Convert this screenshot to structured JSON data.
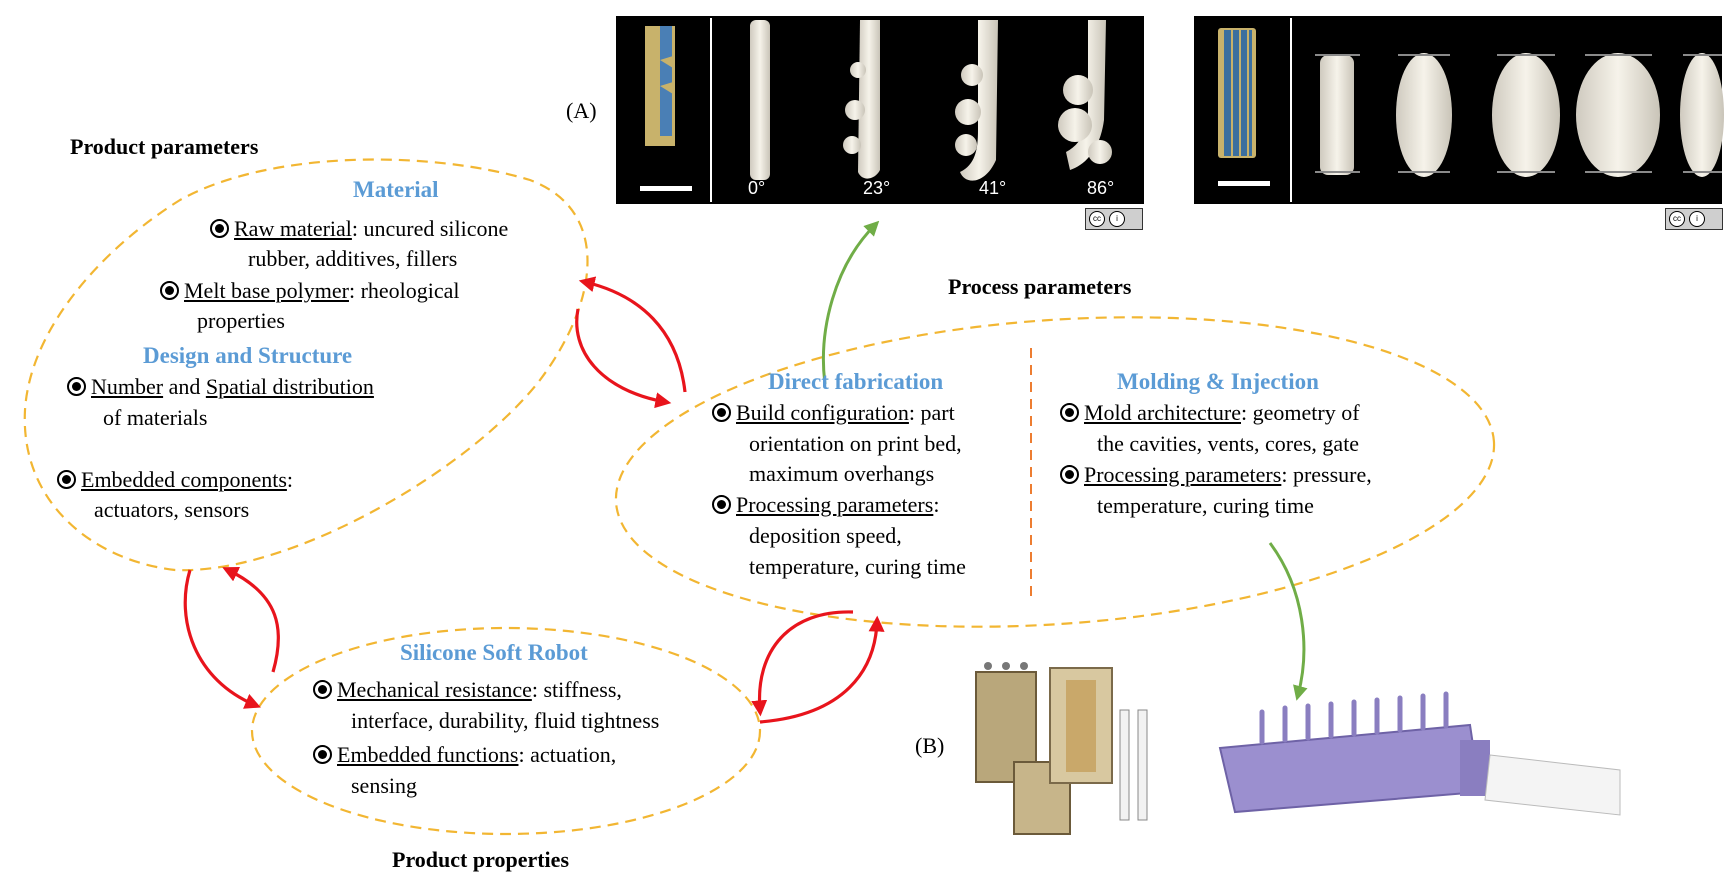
{
  "labels": {
    "product_parameters": "Product parameters",
    "process_parameters": "Process parameters",
    "product_properties": "Product properties",
    "panel_a": "(A)",
    "panel_b": "(B)"
  },
  "material": {
    "title": "Material",
    "raw_term": "Raw material",
    "raw_rest": ": uncured silicone",
    "raw_line2": "rubber, additives, fillers",
    "melt_term": "Melt base polymer",
    "melt_rest": ": rheological",
    "melt_line2": "properties"
  },
  "design": {
    "title": "Design and Structure",
    "number_term": "Number",
    "and": " and ",
    "spatial_term": "Spatial distribution",
    "line2": "of materials",
    "embedded_term": "Embedded components",
    "embedded_rest": ":",
    "embedded_line2": "actuators, sensors"
  },
  "direct": {
    "title": "Direct fabrication",
    "build_term": "Build configuration",
    "build_rest": ": part",
    "build_line2": "orientation on print bed,",
    "build_line3": "maximum overhangs",
    "proc_term": "Processing parameters",
    "proc_rest": ":",
    "proc_line2": "deposition speed,",
    "proc_line3": "temperature, curing time"
  },
  "molding": {
    "title": "Molding & Injection",
    "mold_term": "Mold architecture",
    "mold_rest": ": geometry of",
    "mold_line2": "the cavities, vents, cores, gate",
    "proc_term": "Processing parameters",
    "proc_rest": ": pressure,",
    "proc_line2": "temperature, curing time"
  },
  "robot": {
    "title": "Silicone Soft Robot",
    "mech_term": "Mechanical resistance",
    "mech_rest": ": stiffness,",
    "mech_line2": "interface, durability, fluid tightness",
    "func_term": "Embedded functions",
    "func_rest": ": actuation,",
    "func_line2": "sensing"
  },
  "photo_a_angles": [
    "0°",
    "23°",
    "41°",
    "86°"
  ],
  "license_badge": "cc",
  "colors": {
    "ellipse_dash": "#f2b632",
    "red_arrow": "#e8141c",
    "green_arrow": "#70ad47",
    "orange_divider": "#ed7d31",
    "title_blue": "#5b9bd5",
    "mold_purple": "#9b8fcf"
  }
}
